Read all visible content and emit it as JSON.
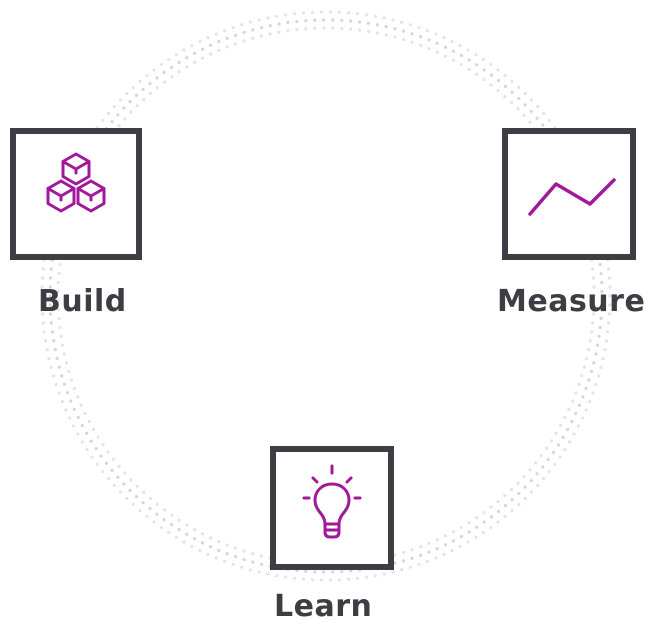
{
  "diagram": {
    "nodes": [
      {
        "id": "build",
        "label": "Build",
        "icon": "boxes-icon"
      },
      {
        "id": "measure",
        "label": "Measure",
        "icon": "trend-line-icon"
      },
      {
        "id": "learn",
        "label": "Learn",
        "icon": "lightbulb-icon"
      }
    ],
    "colors": {
      "box_border": "#3d3d44",
      "label": "#3d3d44",
      "icon_accent": "#a0199b",
      "dots": "#d2d2d6"
    }
  }
}
